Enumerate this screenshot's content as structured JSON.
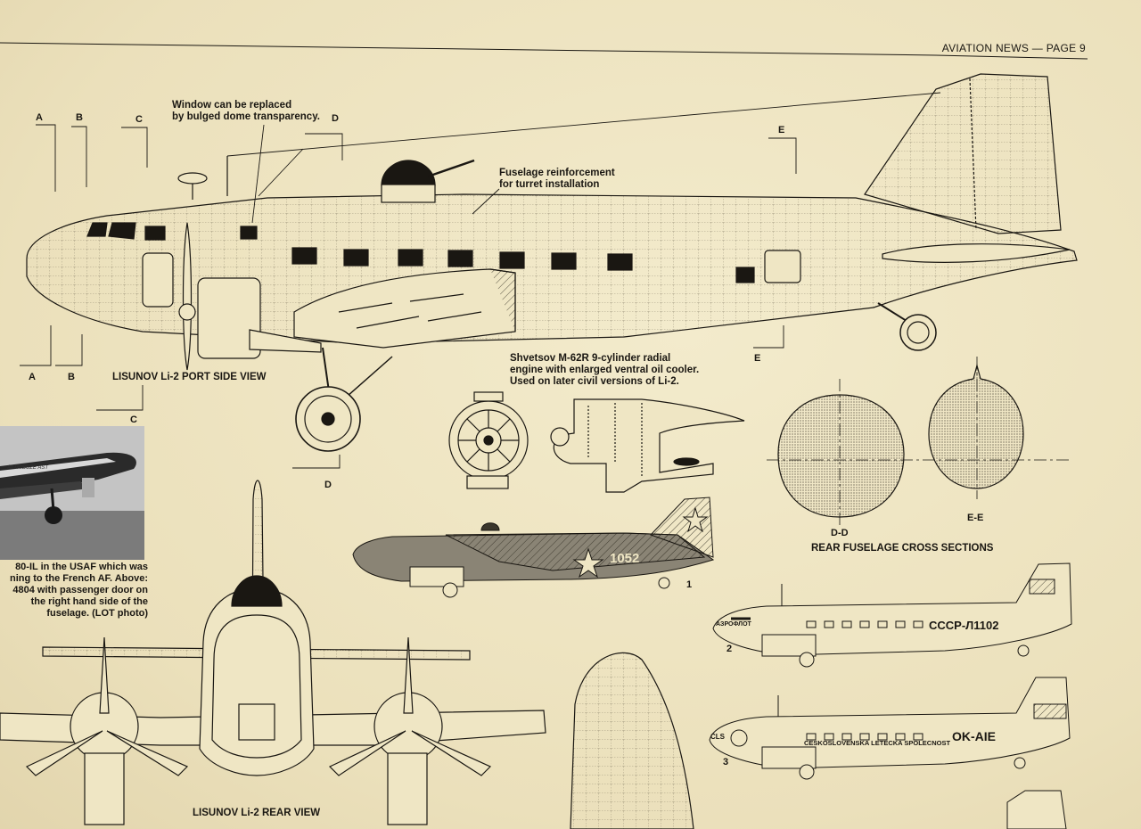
{
  "header": {
    "title": "AVIATION NEWS — PAGE 9"
  },
  "notes": {
    "window": [
      "Window can be replaced",
      "by bulged dome transparency."
    ],
    "fuselage": [
      "Fuselage reinforcement",
      "for turret installation"
    ],
    "engine": [
      "Shvetsov M-62R 9-cylinder radial",
      "engine with enlarged ventral oil cooler.",
      "Used on later civil versions of Li-2."
    ]
  },
  "section_markers": {
    "a": "A",
    "b": "B",
    "c": "C",
    "d": "D",
    "e": "E"
  },
  "views": {
    "port_side": "LISUNOV Li-2 PORT SIDE VIEW",
    "rear": "LISUNOV Li-2 REAR VIEW",
    "cross_sections": "REAR FUSELAGE CROSS SECTIONS",
    "dd": "D-D",
    "ee": "E-E"
  },
  "photo": {
    "caption": [
      "80-IL in the USAF which was",
      "ning to the French AF. Above:",
      "4804 with passenger door on",
      "the right hand side of the",
      "fuselage. (LOT photo)"
    ],
    "livery_text": "ATTRIBUZE AST"
  },
  "profiles": [
    {
      "number": "1",
      "tail_text": "1052"
    },
    {
      "number": "2",
      "registration": "CCCP-Л1102",
      "titling": "АЗРОФЛОТ"
    },
    {
      "number": "3",
      "registration": "OK-AIE",
      "titling": "CESKOSLOVENSKA LETECKA SPOLECNOST",
      "logo": "CLS"
    }
  ],
  "colors": {
    "paper": "#efe6c4",
    "ink": "#1a1712",
    "camo": "#8a8475"
  }
}
